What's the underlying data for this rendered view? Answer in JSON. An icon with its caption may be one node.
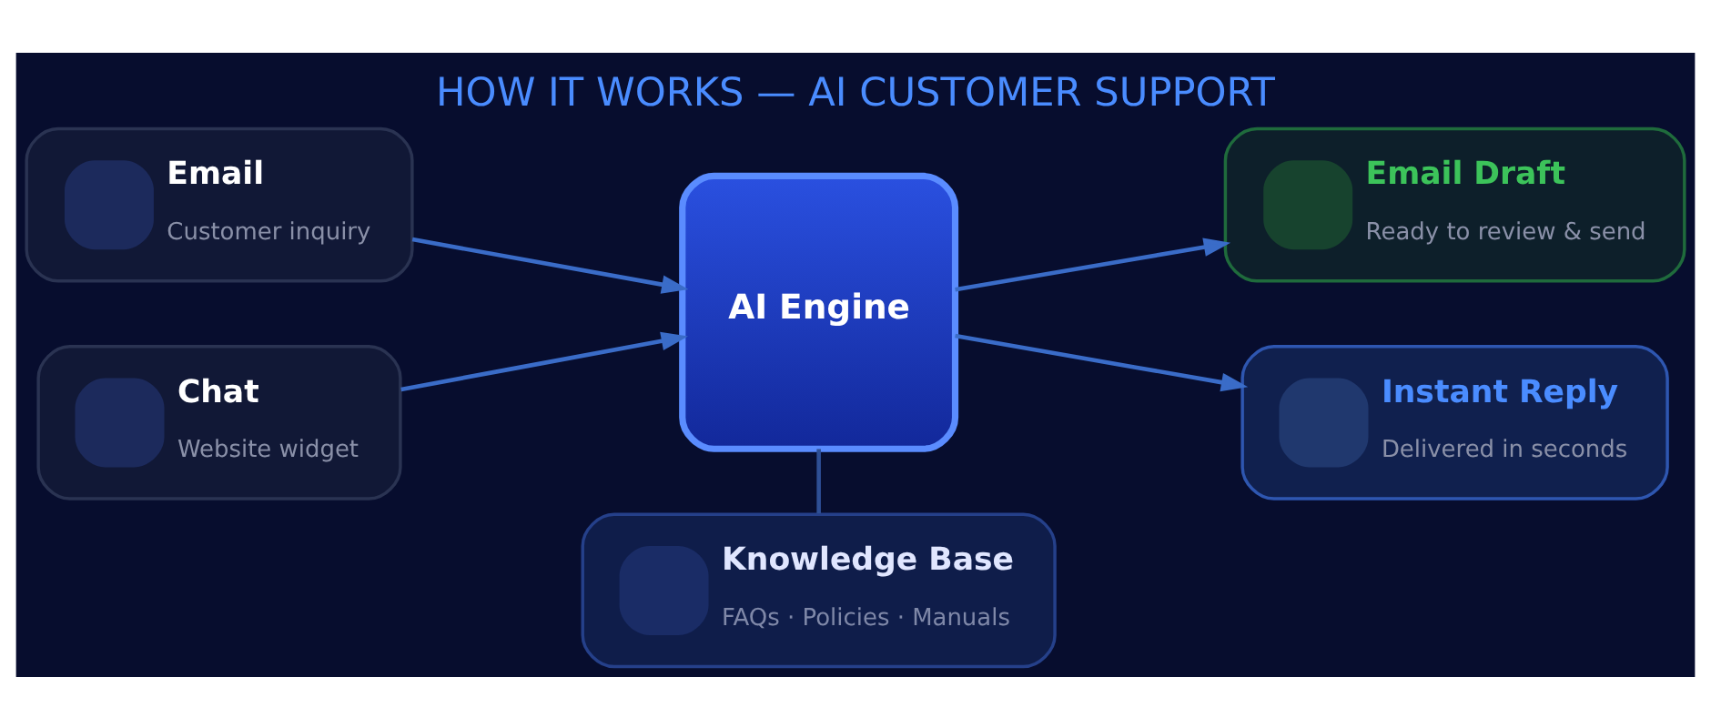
{
  "diagram": {
    "title": "HOW IT WORKS — AI CUSTOMER SUPPORT",
    "nodes": [
      {
        "text": [
          "Email",
          "Customer inquiry"
        ]
      },
      {
        "text": [
          "Chat",
          "Website widget"
        ]
      },
      {
        "text": [
          "AI Engine"
        ]
      },
      {
        "text": [
          "Knowledge Base",
          "FAQs · Policies · Manuals"
        ]
      },
      {
        "text": [
          "Email Draft",
          "Ready to review & send"
        ]
      },
      {
        "text": [
          "Instant Reply",
          "Delivered in seconds"
        ]
      }
    ],
    "edges": [
      {
        "from": 0,
        "to": 2,
        "arrow": "to"
      },
      {
        "from": 1,
        "to": 2,
        "arrow": "to"
      },
      {
        "from": 2,
        "to": 3,
        "arrow": "none"
      },
      {
        "from": 2,
        "to": 4,
        "arrow": "to"
      },
      {
        "from": 2,
        "to": 5,
        "arrow": "to"
      }
    ]
  }
}
